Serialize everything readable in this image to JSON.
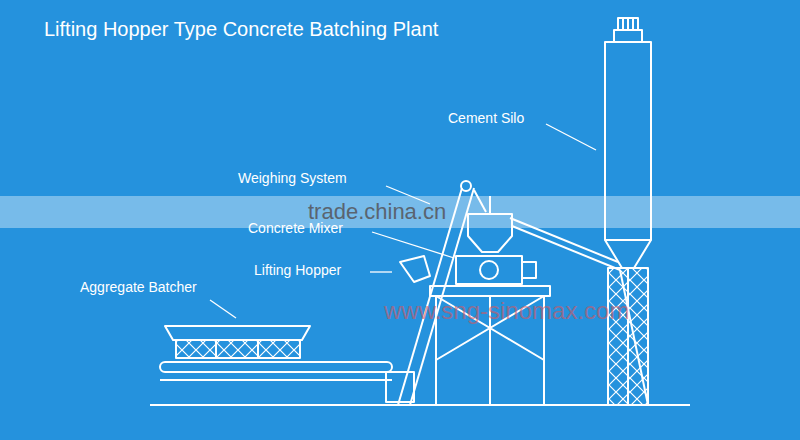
{
  "diagram": {
    "title": "Lifting Hopper Type Concrete Batching Plant",
    "labels": [
      "Cement Silo",
      "Weighing System",
      "Concrete Mixer",
      "Lifting Hopper",
      "Aggregate Batcher",
      "trade.china.cn",
      "www.sng-sinomax.com"
    ]
  }
}
